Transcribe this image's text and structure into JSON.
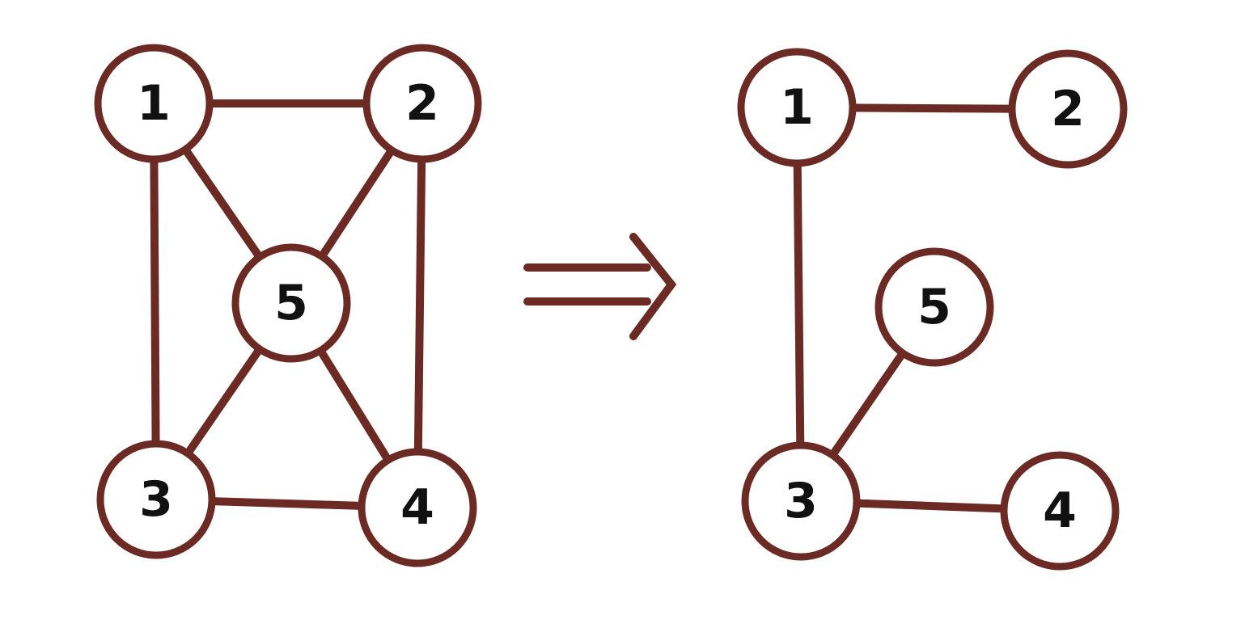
{
  "colors": {
    "stroke": "#6b2a24",
    "text": "#111111",
    "background": "#ffffff"
  },
  "graphs": [
    {
      "name": "original-graph",
      "nodes": [
        {
          "id": "1",
          "label": "1"
        },
        {
          "id": "2",
          "label": "2"
        },
        {
          "id": "5",
          "label": "5"
        },
        {
          "id": "3",
          "label": "3"
        },
        {
          "id": "4",
          "label": "4"
        }
      ],
      "edges": [
        [
          "1",
          "2"
        ],
        [
          "1",
          "3"
        ],
        [
          "1",
          "5"
        ],
        [
          "2",
          "5"
        ],
        [
          "2",
          "4"
        ],
        [
          "3",
          "5"
        ],
        [
          "4",
          "5"
        ],
        [
          "3",
          "4"
        ]
      ]
    },
    {
      "name": "spanning-tree",
      "nodes": [
        {
          "id": "1",
          "label": "1"
        },
        {
          "id": "2",
          "label": "2"
        },
        {
          "id": "5",
          "label": "5"
        },
        {
          "id": "3",
          "label": "3"
        },
        {
          "id": "4",
          "label": "4"
        }
      ],
      "edges": [
        [
          "1",
          "2"
        ],
        [
          "1",
          "3"
        ],
        [
          "3",
          "5"
        ],
        [
          "3",
          "4"
        ]
      ]
    }
  ],
  "transform_arrow": "implies-arrow-icon"
}
